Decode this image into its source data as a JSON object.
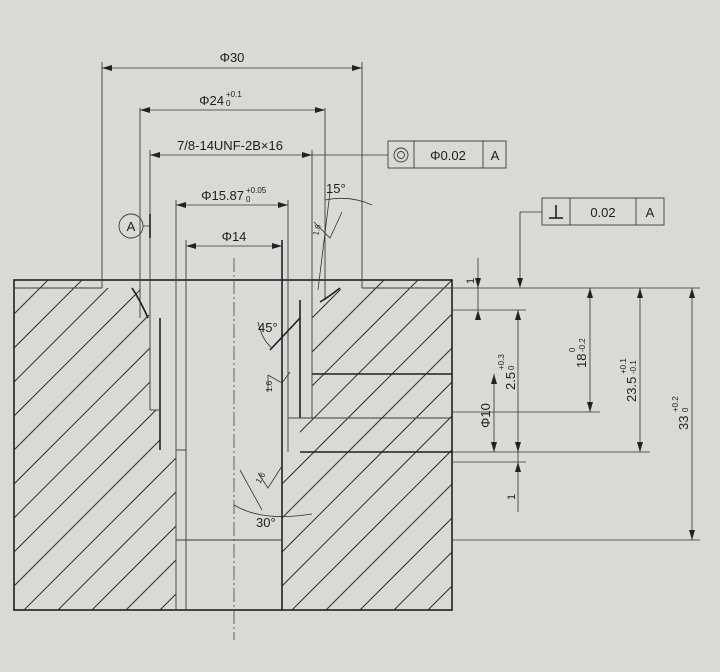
{
  "dims": {
    "d30": "Φ30",
    "d24": "Φ24",
    "d24_tol_upper": "+0.1",
    "d24_tol_lower": "0",
    "thread": "7/8-14UNF-2B×16",
    "d1587": "Φ15.87",
    "d1587_tol_upper": "+0.05",
    "d1587_tol_lower": "0",
    "d14": "Φ14",
    "d10": "Φ10",
    "ang15": "15°",
    "ang45": "45°",
    "ang30": "30°",
    "v1_top": "1",
    "v1_bottom": "1",
    "v25": "2.5",
    "v25_tol_upper": "+0.3",
    "v25_tol_lower": "0",
    "v18": "18",
    "v18_tol_upper": "0",
    "v18_tol_lower": "-0.2",
    "v235": "23.5",
    "v235_tol_upper": "+0.1",
    "v235_tol_lower": "-0.1",
    "v33": "33",
    "v33_tol_upper": "+0.2",
    "v33_tol_lower": "0"
  },
  "roughness": {
    "r1": "1.6",
    "r2": "1.6",
    "r3": "1.6"
  },
  "datum": {
    "label": "A"
  },
  "tolerance_frames": [
    {
      "symbol": "concentricity-symbol",
      "value": "Φ0.02",
      "datum": "A"
    },
    {
      "symbol": "perpendicularity-symbol",
      "value": "0.02",
      "datum": "A"
    }
  ]
}
